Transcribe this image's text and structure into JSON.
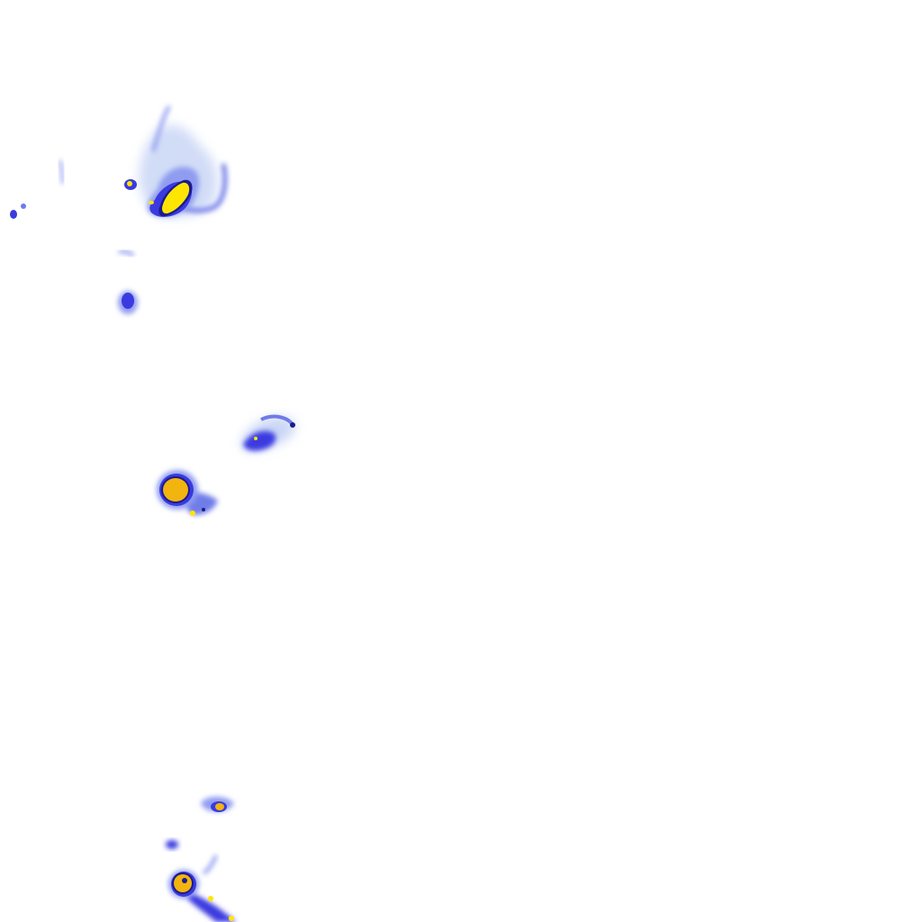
{
  "map": {
    "layer": "precipitation-radar",
    "background_color": "#ffffff",
    "palette": {
      "very_light": "#c9d6f5",
      "light": "#8f9cf0",
      "medium": "#3a3ae0",
      "heavy": "#1e1ebd",
      "intense_outline": "#1b1b8c",
      "intense_fill": "#f2b40f",
      "extreme_fill": "#ffe600"
    },
    "cells": [
      {
        "id": "cell-northwest-main",
        "intensity_levels": [
          "very_light",
          "light",
          "medium",
          "intense_outline",
          "extreme_fill"
        ]
      },
      {
        "id": "cell-northwest-small-left",
        "intensity_levels": [
          "medium",
          "intense_outline"
        ]
      },
      {
        "id": "cell-northwest-isolated",
        "intensity_levels": [
          "light",
          "medium"
        ]
      },
      {
        "id": "cell-central-east",
        "intensity_levels": [
          "very_light",
          "light",
          "medium"
        ]
      },
      {
        "id": "cell-central-west",
        "intensity_levels": [
          "light",
          "medium",
          "intense_outline",
          "intense_fill"
        ]
      },
      {
        "id": "cell-south-small",
        "intensity_levels": [
          "light",
          "medium",
          "intense_fill"
        ]
      },
      {
        "id": "cell-south-main",
        "intensity_levels": [
          "light",
          "medium",
          "intense_outline",
          "intense_fill",
          "extreme_fill"
        ]
      }
    ]
  }
}
